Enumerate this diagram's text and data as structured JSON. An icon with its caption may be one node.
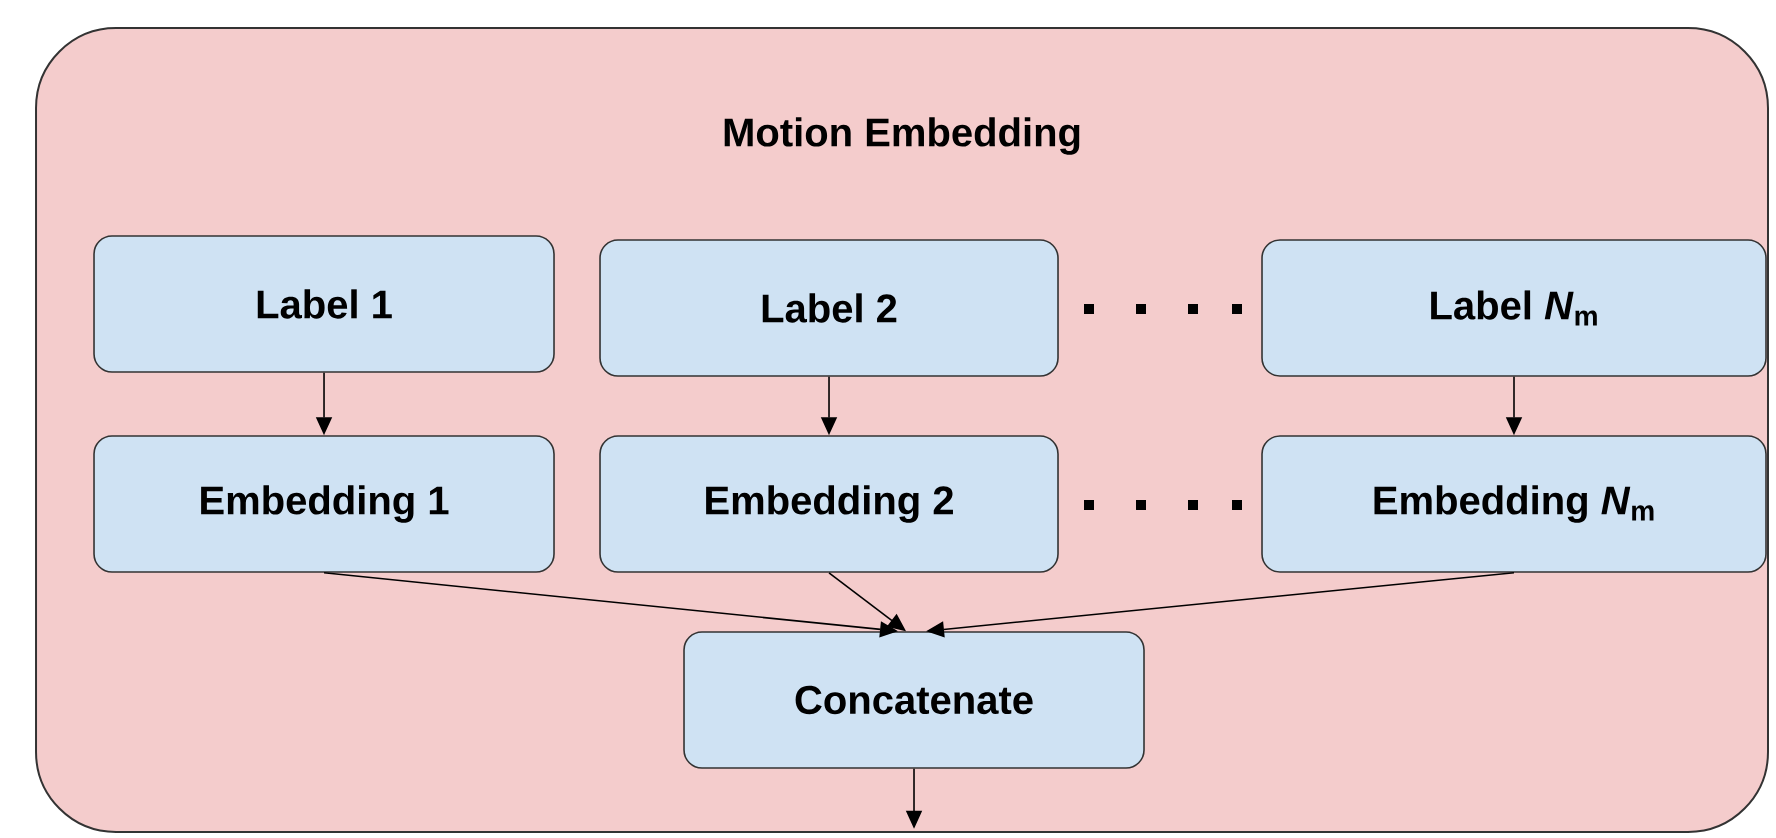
{
  "diagram": {
    "nodes": [
      {
        "text": [
          "Motion Embedding"
        ]
      },
      {
        "text": [
          "Label 1"
        ],
        "in": 0
      },
      {
        "text": [
          "Label 2"
        ],
        "in": 0
      },
      {
        "text": [
          "Label *N*$_{m}$"
        ],
        "in": 0
      },
      {
        "text": [
          "Embedding 1"
        ],
        "in": 0
      },
      {
        "text": [
          "Embedding 2"
        ],
        "in": 0
      },
      {
        "text": [
          "Embedding *N*$_{m}$"
        ],
        "in": 0
      },
      {
        "text": [
          "Concatenate"
        ],
        "in": 0
      }
    ],
    "edges": [
      {
        "from": 1,
        "to": 4,
        "arrow": "to"
      },
      {
        "from": 2,
        "to": 5,
        "arrow": "to"
      },
      {
        "from": 3,
        "to": 6,
        "arrow": "to"
      },
      {
        "from": 4,
        "to": 7,
        "arrow": "to"
      },
      {
        "from": 5,
        "to": 7,
        "arrow": "to"
      },
      {
        "from": 6,
        "to": 7,
        "arrow": "to"
      },
      {
        "from": 7,
        "to": null,
        "arrow": "to"
      }
    ]
  }
}
